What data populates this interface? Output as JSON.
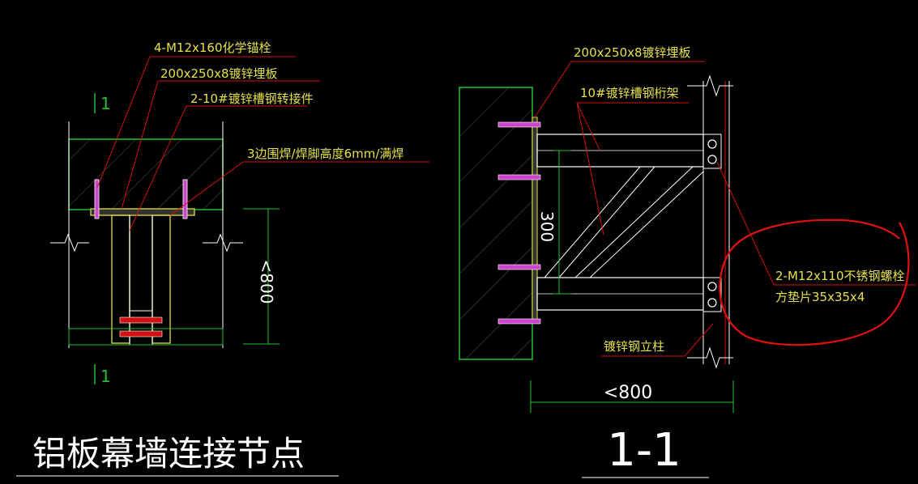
{
  "left_view": {
    "label_anchor": "4-M12x160化学锚栓",
    "label_embed": "200x250x8镀锌埋板",
    "label_adapter": "2-10#镀锌槽钢转接件",
    "label_weld": "3边围焊/焊脚高度6mm/满焊",
    "section_top": "1",
    "section_bottom": "1",
    "dim_vertical": "<800"
  },
  "right_view": {
    "label_embed": "200x250x8镀锌埋板",
    "label_truss": "10#镀锌槽钢桁架",
    "label_bolt": "2-M12x110不锈钢螺栓",
    "label_washer": "方垫片35x35x4",
    "label_column": "镀锌钢立柱",
    "dim_vertical": "300",
    "dim_horizontal": "<800"
  },
  "titles": {
    "main_title": "铝板幕墙连接节点",
    "section_title": "1-1"
  },
  "colors": {
    "background": "#000000",
    "line_white": "#ffffff",
    "line_green": "#22c22c",
    "line_red": "#d21010",
    "text_yellow": "#e6e14b",
    "steel_yellow": "#c9c23a",
    "markup_red": "#e11111",
    "bolt_magenta": "#cc44cc",
    "hatch_gray": "#9a9a9a"
  }
}
